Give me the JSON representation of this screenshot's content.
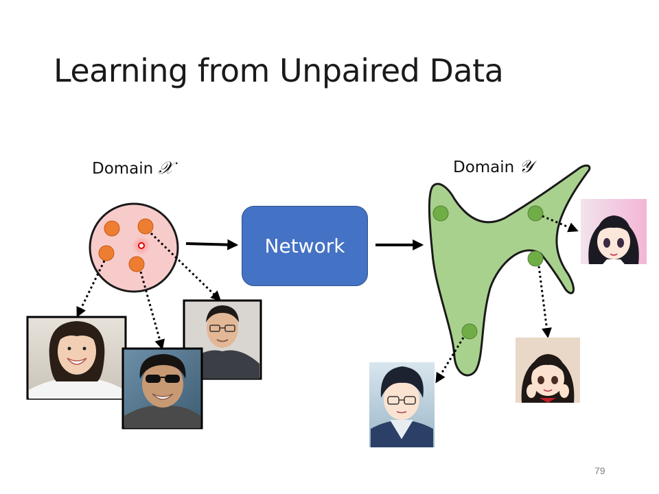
{
  "slide": {
    "title": "Learning from Unpaired Data",
    "domain_x": {
      "text": "Domain ",
      "symbol": "𝒳"
    },
    "domain_y": {
      "text": "Domain ",
      "symbol": "𝒴"
    },
    "network_label": "Network",
    "page_number": "79"
  },
  "colors": {
    "network_fill": "#4472c4",
    "domain_x_fill": "#f8cbcb",
    "domain_x_point": "#ed7d31",
    "domain_y_fill": "#a9d18e",
    "domain_y_point": "#70ad47",
    "arrow": "#000000"
  }
}
